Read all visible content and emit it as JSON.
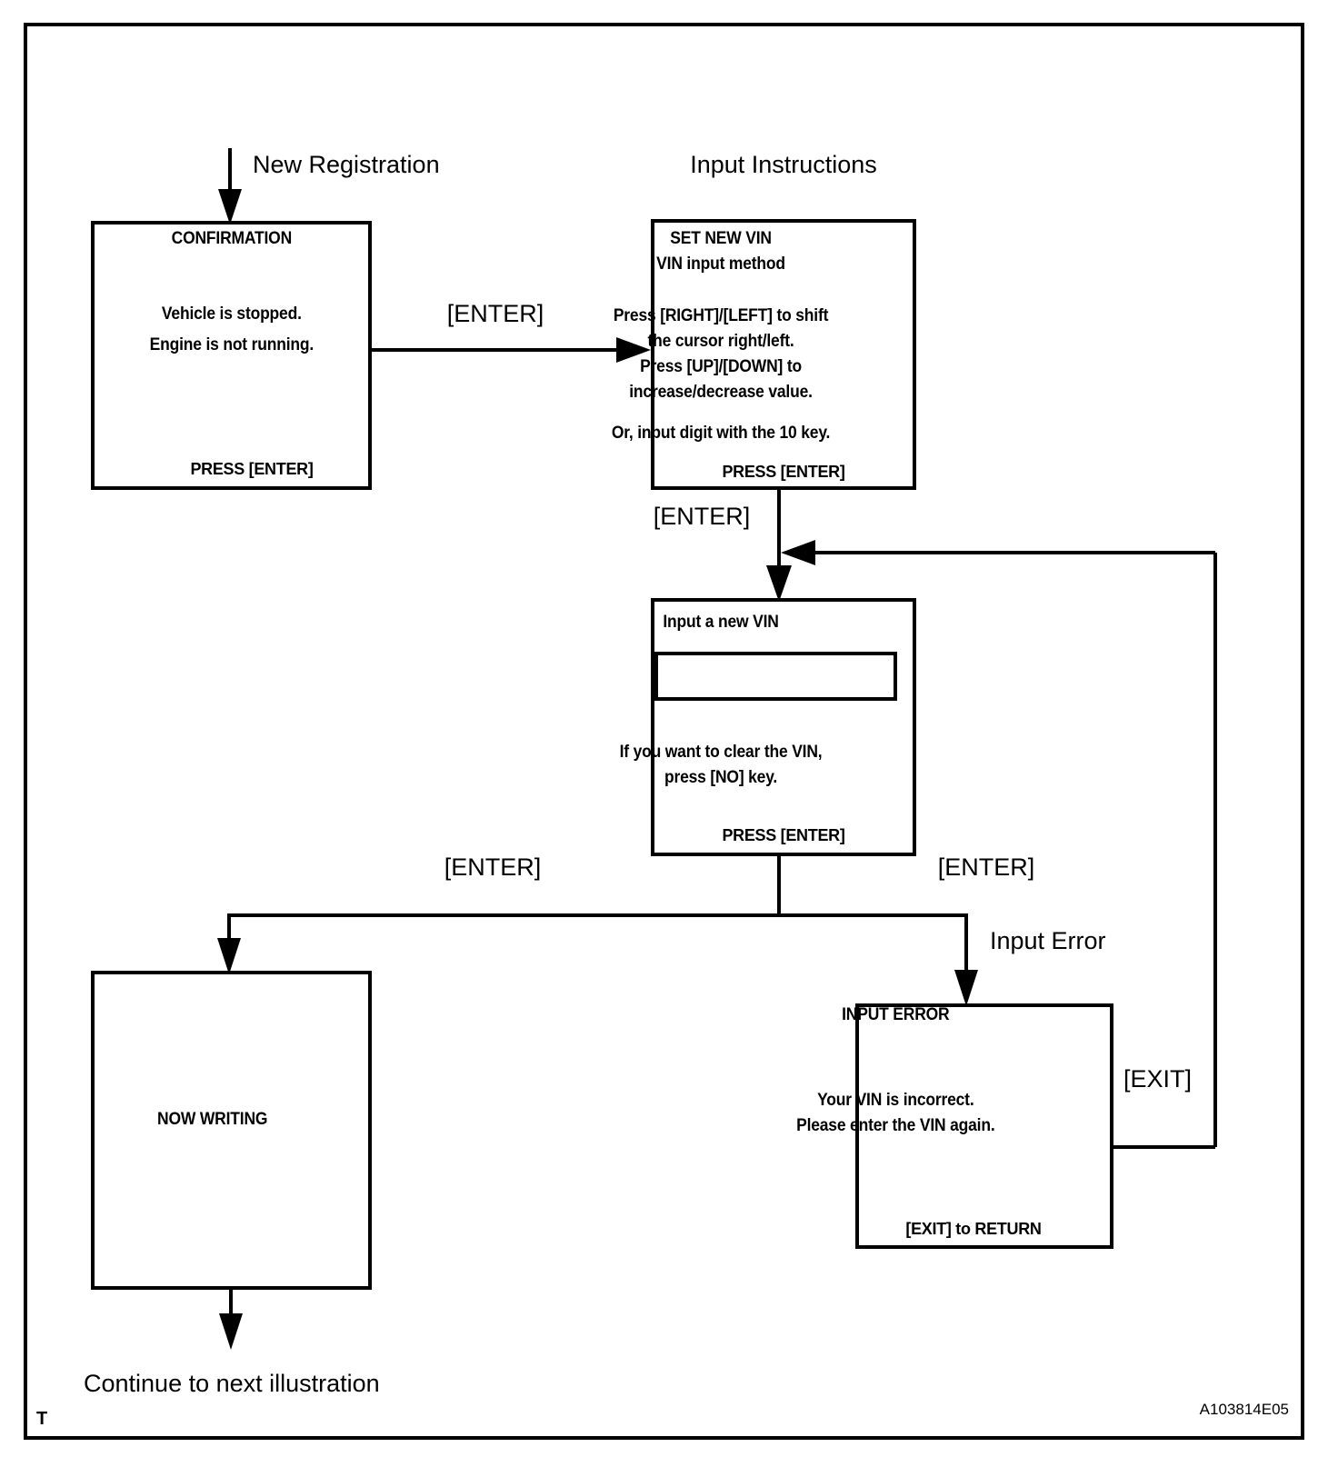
{
  "figure": {
    "corner_mark": "T",
    "figure_code": "A103814E05"
  },
  "labels": {
    "new_registration": "New Registration",
    "input_instructions": "Input Instructions",
    "enter_1": "[ENTER]",
    "enter_2": "[ENTER]",
    "enter_left": "[ENTER]",
    "enter_right": "[ENTER]",
    "input_error": "Input Error",
    "exit": "[EXIT]",
    "continue": "Continue to next illustration"
  },
  "nodes": {
    "confirmation": {
      "title": "CONFIRMATION",
      "body": [
        "Vehicle is stopped.",
        "Engine is not running."
      ],
      "footer": "PRESS [ENTER]"
    },
    "set_new_vin": {
      "title_line1": "SET NEW VIN",
      "title_line2": "VIN input method",
      "body": [
        "Press [RIGHT]/[LEFT] to shift",
        "the cursor right/left.",
        "Press [UP]/[DOWN]  to",
        "increase/decrease value.",
        "Or, input digit with the 10 key."
      ],
      "footer": "PRESS [ENTER]"
    },
    "input_vin": {
      "title": "Input a new VIN",
      "field_value": "",
      "body": [
        "If you want to clear the VIN,",
        "press [NO] key."
      ],
      "footer": "PRESS [ENTER]"
    },
    "now_writing": {
      "title": "NOW WRITING"
    },
    "input_error": {
      "title": "INPUT  ERROR",
      "body": [
        "Your VIN is incorrect.",
        "Please enter the VIN again."
      ],
      "footer": "[EXIT] to RETURN"
    }
  },
  "colors": {
    "ink": "#000000",
    "paper": "#ffffff"
  }
}
